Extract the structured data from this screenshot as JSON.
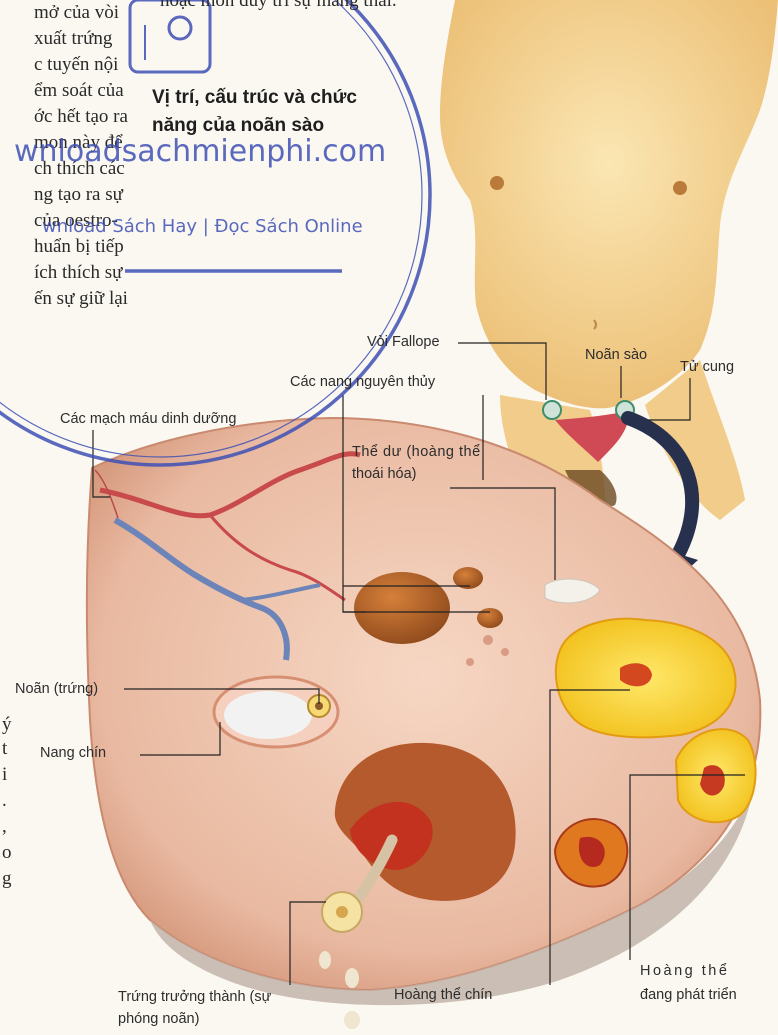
{
  "text_column": {
    "top_fragment": "hoặc môn duy trì sự mang thai.",
    "left_lines": [
      "mở của vòi",
      "xuất trứng",
      "c tuyến nội",
      "ểm soát của",
      "ớc hết tạo ra",
      "mon này để",
      "ch thích các",
      "ng tạo ra sự",
      "của oestro-",
      "huẩn bị tiếp",
      "ích thích sự",
      "ến sự giữ lại"
    ],
    "lower_fragments": [
      "ý",
      "t",
      "i",
      ".",
      ",",
      "o",
      "g"
    ]
  },
  "heading": {
    "line1": "Vị trí, cấu trúc và  chức",
    "line2": "năng của noãn sào"
  },
  "labels": {
    "fallopian_tube": "Vòi Fallope",
    "ovary": "Noãn sào",
    "uterus": "Tử cung",
    "primordial_follicles": "Các nang nguyên thủy",
    "blood_vessels": "Các mạch máu dinh dưỡng",
    "corpus_albicans_1": "Thể dư (hoàng thể",
    "corpus_albicans_2": "thoái hóa)",
    "ovum": "Noãn (trứng)",
    "mature_follicle": "Nang chín",
    "released_ovum_1": "Trứng trưởng thành (sự",
    "released_ovum_2": "phóng noãn)",
    "mature_corpus_luteum": "Hoàng thể chín",
    "developing_corpus_luteum_1": "Hoàng thể",
    "developing_corpus_luteum_2": "đang phát triển"
  },
  "watermark": {
    "site": "wnloadsachmienphi.com",
    "tagline": "wnload Sách Hay | Đọc Sách Online",
    "icon": "at-sign-icon",
    "color": "#3f51b5"
  }
}
